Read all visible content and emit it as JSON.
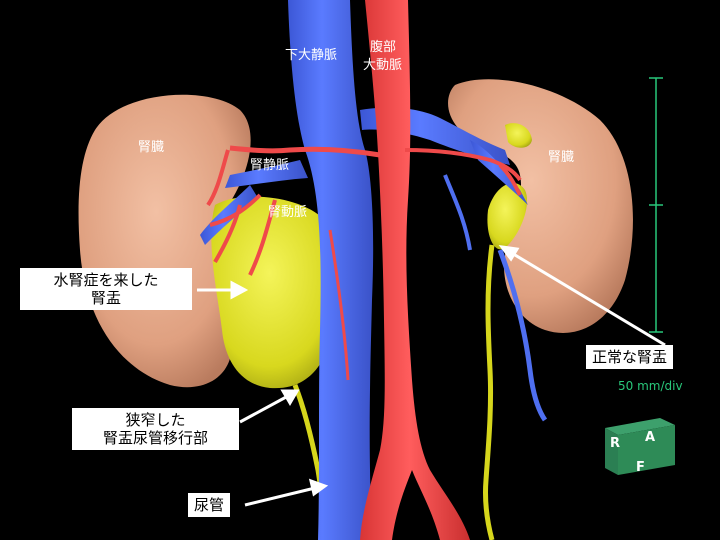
{
  "labels": {
    "ivc": "下大静脈",
    "aorta_line1": "腹部",
    "aorta_line2": "大動脈",
    "kidney_left": "腎臓",
    "kidney_right": "腎臓",
    "renal_vein": "腎静脈",
    "renal_artery": "腎動脈"
  },
  "callouts": {
    "hydro_line1": "水腎症を来した",
    "hydro_line2": "腎盂",
    "normal": "正常な腎盂",
    "upj_line1": "狭窄した",
    "upj_line2": "腎盂尿管移行部",
    "ureter": "尿管"
  },
  "scale": {
    "text": "50 mm/div"
  },
  "orientation": {
    "r": "R",
    "a": "A",
    "f": "F"
  },
  "colors": {
    "kidney": "#e8a88a",
    "vein": "#4f6ff0",
    "artery": "#ef4a4a",
    "pelvis": "#e6e623",
    "scale": "#29c77a",
    "cube": "#2e8b57"
  }
}
